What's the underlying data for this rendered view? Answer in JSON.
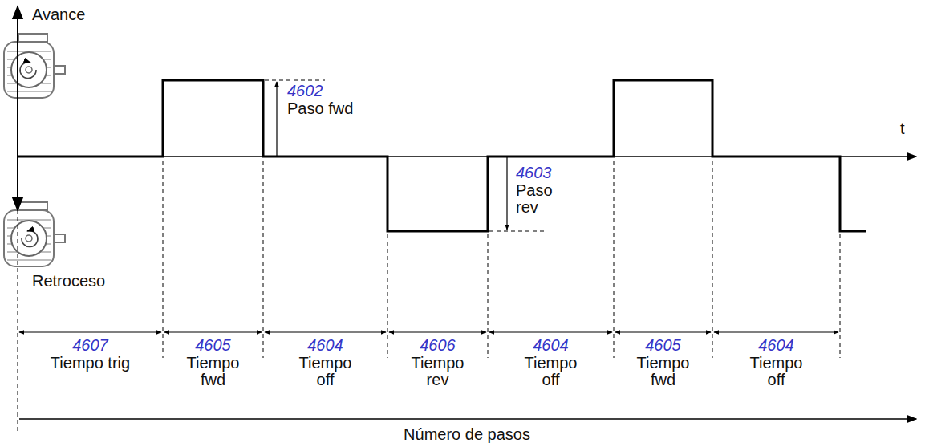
{
  "diagram": {
    "labels": [
      "Avance",
      "Retroceso",
      "t",
      "4602",
      "Paso fwd",
      "4603",
      "Paso rev",
      "4607",
      "Tiempo trig",
      "4605",
      "Tiempo fwd",
      "4604",
      "Tiempo off",
      "4606",
      "Tiempo rev",
      "4604",
      "Tiempo off",
      "4605",
      "Tiempo fwd",
      "4604",
      "Tiempo off",
      "Número de pasos"
    ]
  }
}
